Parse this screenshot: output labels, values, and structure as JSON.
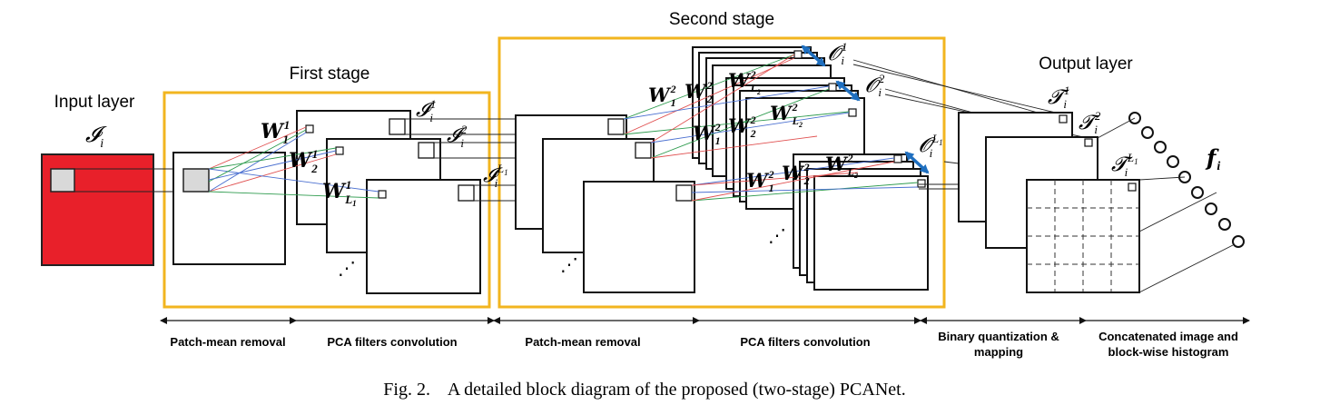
{
  "labels": {
    "input_layer": "Input layer",
    "first_stage": "First stage",
    "second_stage": "Second stage",
    "output_layer": "Output layer",
    "dots": "⋰"
  },
  "math": {
    "input_image": {
      "base": "𝓘",
      "sub": "i"
    },
    "stage1_outputs": [
      {
        "base": "𝓘",
        "sub": "i",
        "sup": "1"
      },
      {
        "base": "𝓘",
        "sub": "i",
        "sup": "2"
      }
    ],
    "stage1_last_output": {
      "base": "𝓘",
      "sub": "i",
      "sup": "L",
      "supsub": "1"
    },
    "stage1_filters": [
      {
        "base": "𝑾",
        "sub": "1",
        "sup": "1"
      },
      {
        "base": "𝑾",
        "sub": "2",
        "sup": "1"
      },
      {
        "base": "𝑾",
        "sub": "L",
        "subsub": "1",
        "sup": "1"
      }
    ],
    "stage2_filters_first": [
      {
        "base": "𝑾",
        "sub": "1",
        "sup": "2"
      },
      {
        "base": "𝑾",
        "sub": "2",
        "sup": "2"
      },
      {
        "base": "𝑾",
        "sub": "L",
        "subsub": "2",
        "sup": "2"
      }
    ],
    "stage2_filters_stack": [
      {
        "base": "𝑾",
        "sub": "1",
        "sup": "2"
      },
      {
        "base": "𝑾",
        "sub": "2",
        "sup": "2"
      }
    ],
    "stage2_outputs": [
      {
        "base": "𝓞",
        "sub": "i",
        "sup": "1"
      },
      {
        "base": "𝓞",
        "sub": "i",
        "sup": "2"
      },
      {
        "base": "𝓞",
        "sub": "i",
        "sup": "L",
        "supsub": "1"
      }
    ],
    "output_maps": [
      {
        "base": "𝓣",
        "sub": "i",
        "sup": "1"
      },
      {
        "base": "𝓣",
        "sub": "i",
        "sup": "2"
      },
      {
        "base": "𝓣",
        "sub": "i",
        "sup": "L",
        "supsub": "1"
      }
    ],
    "feature": {
      "base": "𝒇",
      "sub": "i"
    }
  },
  "process_steps": [
    {
      "label": "Patch-mean removal"
    },
    {
      "label": "PCA filters convolution"
    },
    {
      "label": "Patch-mean removal"
    },
    {
      "label": "PCA filters convolution"
    },
    {
      "label": "Binary quantization &",
      "label2": "mapping"
    },
    {
      "label": "Concatenated image and",
      "label2": "block-wise histogram"
    }
  ],
  "caption": "Fig. 2.    A detailed block diagram of the proposed (two-stage) PCANet.",
  "colors": {
    "input_fill": "#e8202a",
    "stage_border": "#f2b51f",
    "patch_fill": "#d9d9d9",
    "arrow_blue": "#1f6fbf",
    "line_red": "#e05050",
    "line_blue": "#4a6fd0",
    "line_green": "#2e9b4e",
    "line_dark": "#222222"
  }
}
